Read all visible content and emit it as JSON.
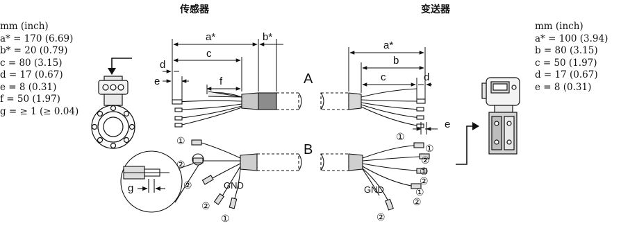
{
  "headers": {
    "sensor": "传感器",
    "transmitter": "变送器"
  },
  "sensor_specs": {
    "unit": "mm (inch)",
    "rows": [
      "a* = 170 (6.69)",
      "b* = 20 (0.79)",
      "c = 80 (3.15)",
      "d = 17 (0.67)",
      "e = 8 (0.31)",
      "f = 50 (1.97)",
      "g = ≥ 1 (≥ 0.04)"
    ]
  },
  "transmitter_specs": {
    "unit": "mm (inch)",
    "rows": [
      "a* = 100 (3.94)",
      "b = 80 (3.15)",
      "c = 50 (1.97)",
      "d = 17 (0.67)",
      "e = 8 (0.31)"
    ]
  },
  "labels": {
    "row_a": "A",
    "row_b": "B",
    "a_star": "a*",
    "b_star": "b*",
    "b": "b",
    "c": "c",
    "d": "d",
    "e": "e",
    "f": "f",
    "g": "g",
    "circled_one": "①",
    "circled_two": "②",
    "gnd": "GND"
  }
}
